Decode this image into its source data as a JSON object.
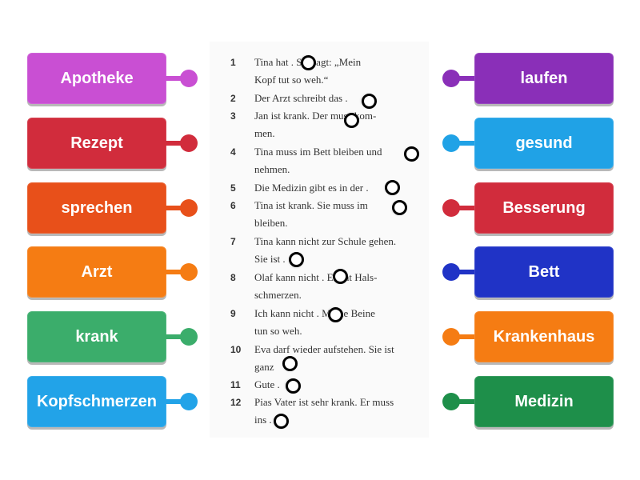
{
  "left_words": [
    {
      "label": "Apotheke",
      "color": "#c94fd3",
      "dot": "#c94fd3"
    },
    {
      "label": "Rezept",
      "color": "#d12c3c",
      "dot": "#d12c3c"
    },
    {
      "label": "sprechen",
      "color": "#e8501a",
      "dot": "#e8501a"
    },
    {
      "label": "Arzt",
      "color": "#f57c13",
      "dot": "#f57c13"
    },
    {
      "label": "krank",
      "color": "#3bad6b",
      "dot": "#3bad6b"
    },
    {
      "label": "Kopfschmerzen",
      "color": "#22a3e8",
      "dot": "#22a3e8"
    }
  ],
  "right_words": [
    {
      "label": "laufen",
      "color": "#8a2fb8",
      "dot": "#8a2fb8"
    },
    {
      "label": "gesund",
      "color": "#20a2e6",
      "dot": "#20a2e6"
    },
    {
      "label": "Besserung",
      "color": "#d12c3c",
      "dot": "#d12c3c"
    },
    {
      "label": "Bett",
      "color": "#2033c6",
      "dot": "#2033c6"
    },
    {
      "label": "Krankenhaus",
      "color": "#f57c13",
      "dot": "#f57c13"
    },
    {
      "label": "Medizin",
      "color": "#1e8f4a",
      "dot": "#1e8f4a"
    }
  ],
  "exercise": {
    "items": [
      {
        "num": "1",
        "lines": [
          "Tina hat      . Sie sagt: „Mein",
          "Kopf tut so weh.“"
        ]
      },
      {
        "num": "2",
        "lines": [
          "Der Arzt schreibt das      ."
        ]
      },
      {
        "num": "3",
        "lines": [
          "Jan ist krank. Der      muss kom-",
          "men."
        ]
      },
      {
        "num": "4",
        "lines": [
          "Tina muss im Bett bleiben und",
          "nehmen."
        ]
      },
      {
        "num": "5",
        "lines": [
          "Die Medizin gibt es in der      ."
        ]
      },
      {
        "num": "6",
        "lines": [
          "Tina ist krank. Sie muss im",
          "bleiben."
        ]
      },
      {
        "num": "7",
        "lines": [
          "Tina kann nicht zur Schule gehen.",
          "Sie ist      ."
        ]
      },
      {
        "num": "8",
        "lines": [
          "Olaf kann nicht      . Er hat Hals-",
          "schmerzen."
        ]
      },
      {
        "num": "9",
        "lines": [
          "Ich kann nicht      . Meine Beine",
          "tun so weh."
        ]
      },
      {
        "num": "10",
        "lines": [
          "Eva darf wieder aufstehen. Sie ist",
          "ganz"
        ]
      },
      {
        "num": "11",
        "lines": [
          "Gute      ."
        ]
      },
      {
        "num": "12",
        "lines": [
          "Pias Vater ist sehr krank. Er muss",
          "ins      ."
        ]
      }
    ]
  }
}
